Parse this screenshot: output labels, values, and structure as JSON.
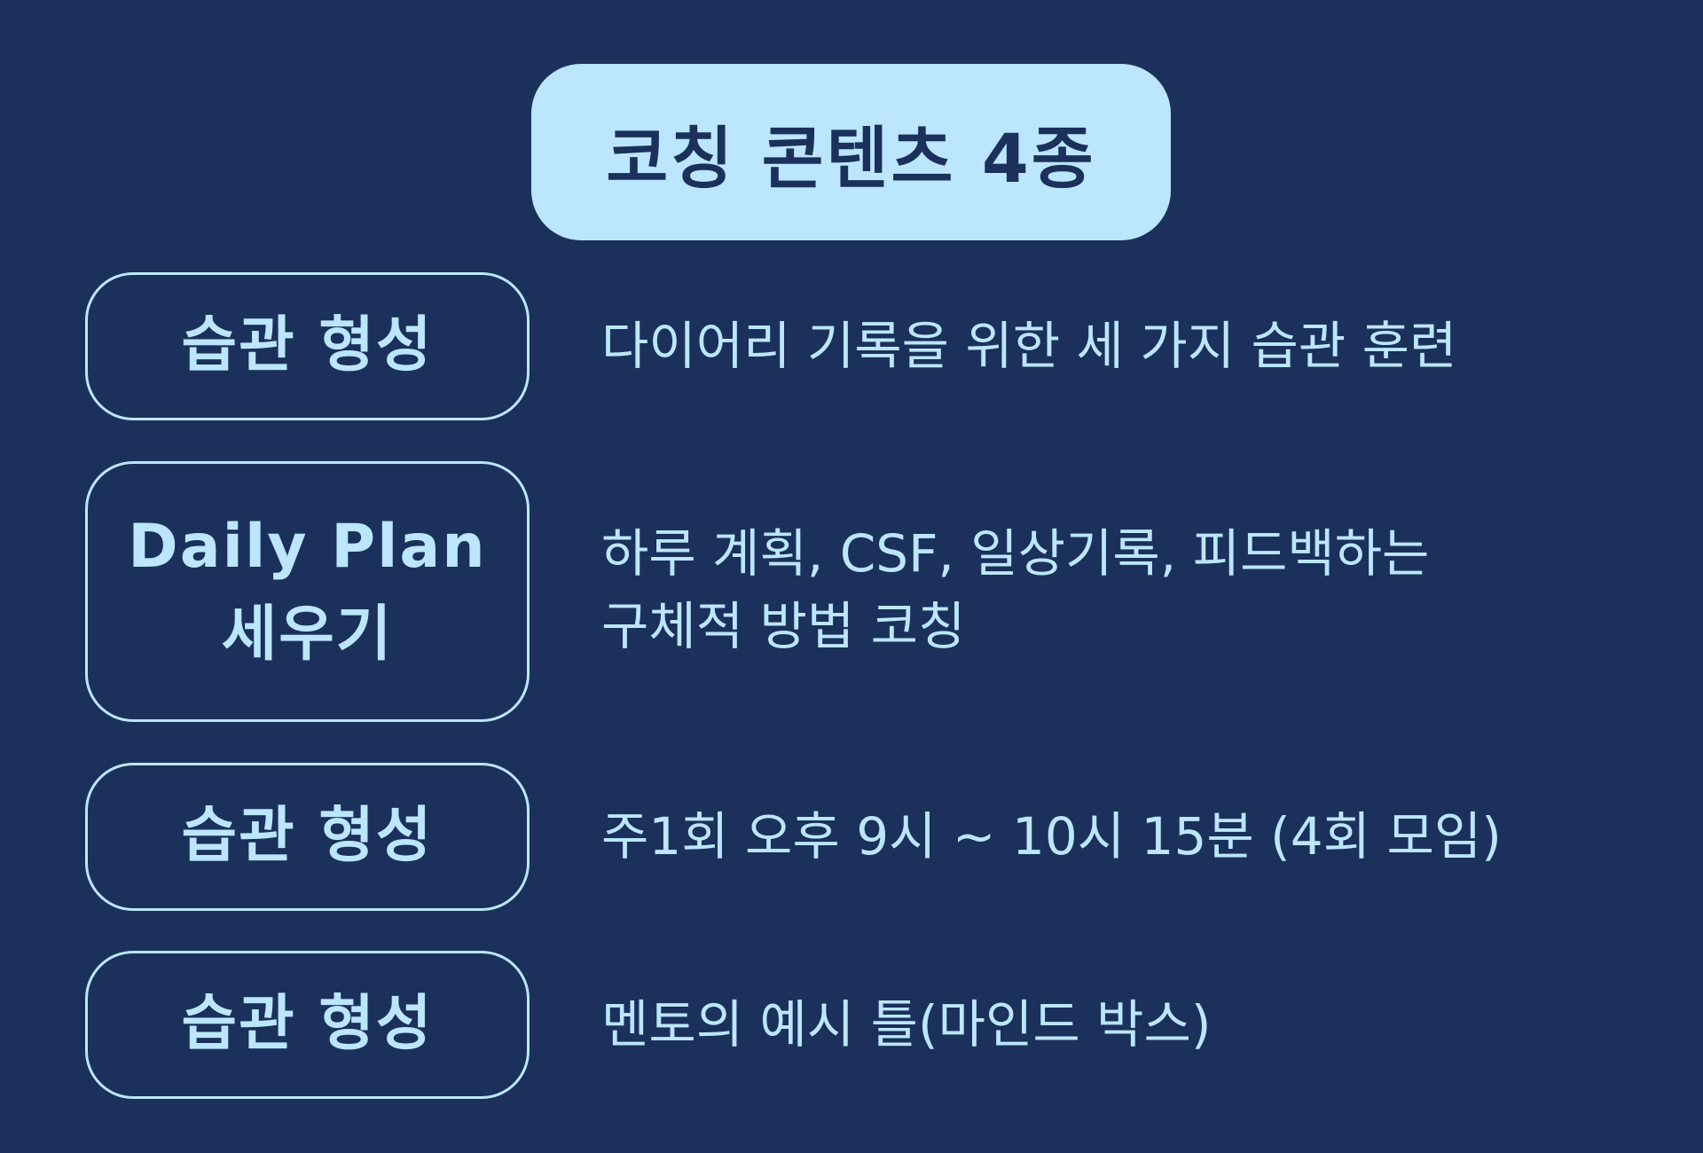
{
  "title": "코칭 콘텐츠 4종",
  "items": [
    {
      "label_lines": [
        "습관 형성"
      ],
      "desc_lines": [
        "다이어리 기록을 위한 세 가지 습관 훈련"
      ]
    },
    {
      "label_lines": [
        "Daily Plan",
        "세우기"
      ],
      "desc_lines": [
        "하루 계획, CSF, 일상기록, 피드백하는",
        "구체적 방법 코칭"
      ]
    },
    {
      "label_lines": [
        "습관 형성"
      ],
      "desc_lines": [
        "주1회 오후 9시 ~ 10시 15분 (4회 모임)"
      ]
    },
    {
      "label_lines": [
        "습관 형성"
      ],
      "desc_lines": [
        "멘토의 예시 틀(마인드 박스)"
      ]
    }
  ],
  "colors": {
    "background": "#1b305b",
    "accent": "#bbe6fd"
  }
}
